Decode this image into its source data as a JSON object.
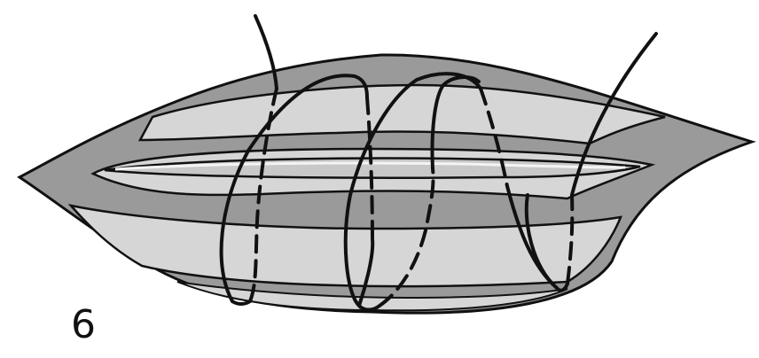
{
  "figure": {
    "label": "6",
    "colors": {
      "outline": "#111111",
      "dark_band": "#9a9a9a",
      "light_band": "#d6d6d6",
      "incision": "#f4f4f4",
      "background": "#ffffff"
    },
    "parts": [
      "tissue-outline",
      "dark-band",
      "light-band",
      "incision",
      "suture-thread"
    ]
  }
}
